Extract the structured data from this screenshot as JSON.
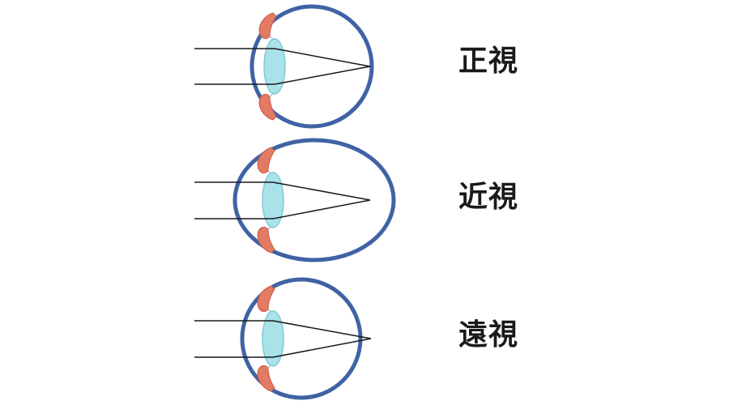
{
  "eyes": [
    {
      "label": "正視"
    },
    {
      "label": "近視"
    },
    {
      "label": "遠視"
    }
  ],
  "colors": {
    "eyeball_outline": "#3f63a4",
    "lens_fill": "#a9e2e9",
    "lens_stroke": "#7fcbd6",
    "ciliary_muscle": "#e37a63",
    "ray_line": "#1a1a1a",
    "label_text": "#1a1a1a"
  }
}
